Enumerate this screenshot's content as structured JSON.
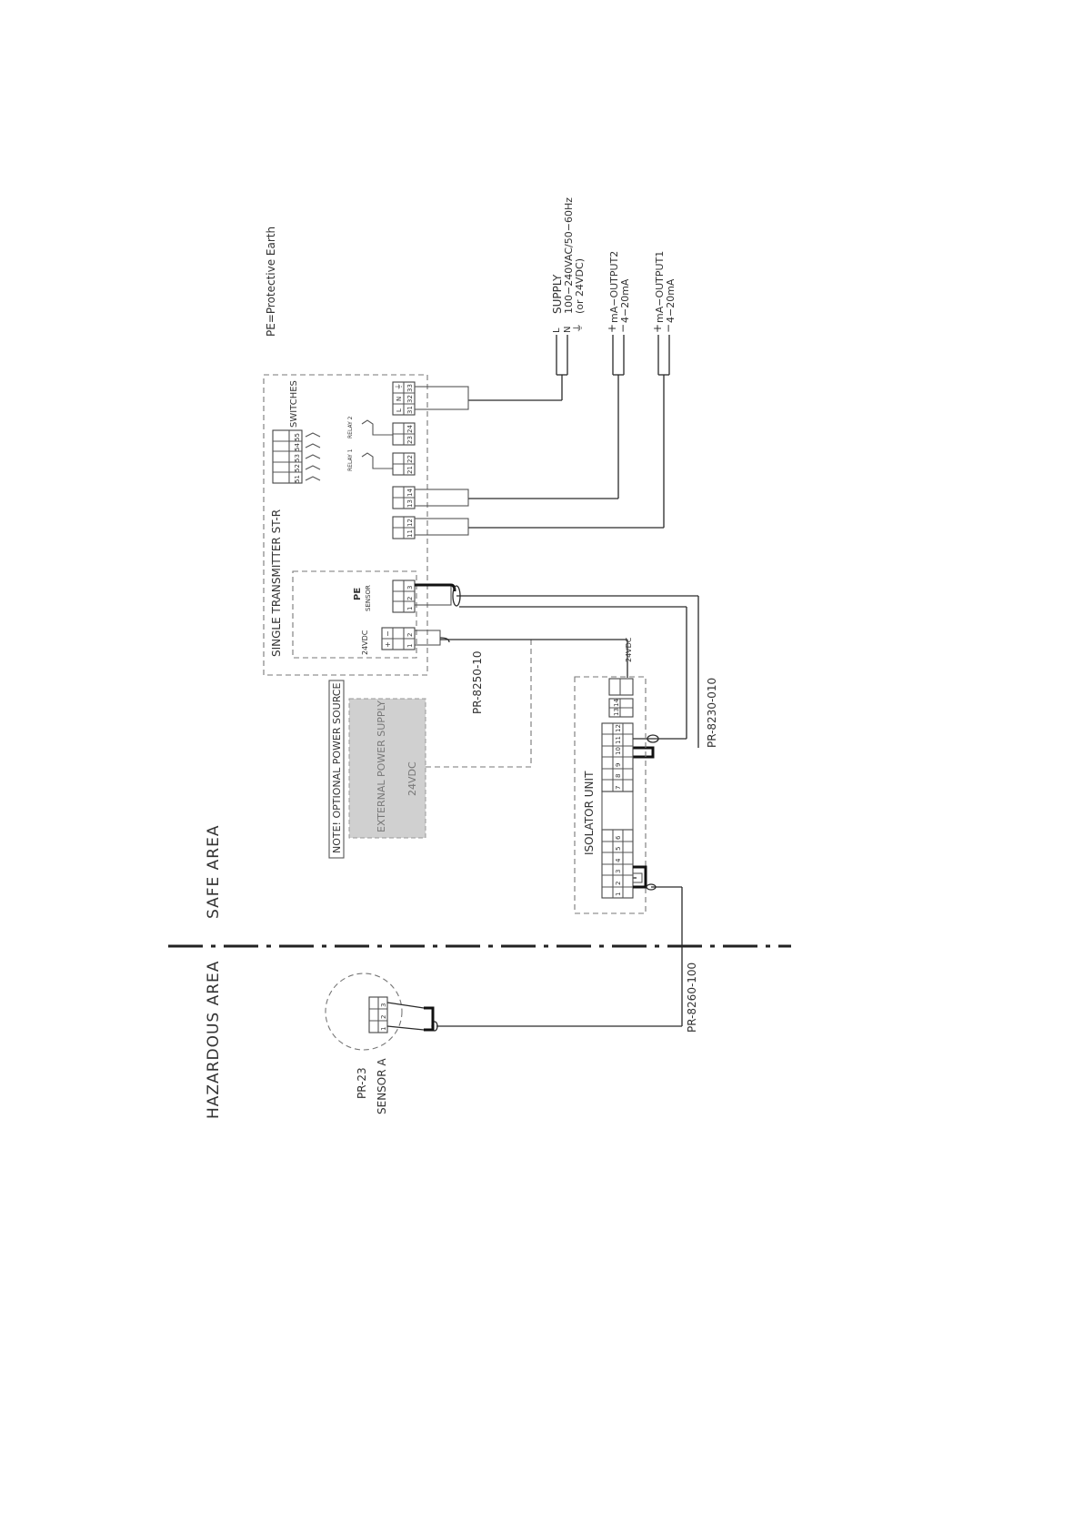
{
  "title": "",
  "legend": {
    "pe_note": "PE=Protective Earth"
  },
  "areas": {
    "hazardous": "HAZARDOUS AREA",
    "safe": "SAFE AREA"
  },
  "transmitter": {
    "title": "SINGLE TRANSMITTER ST-R",
    "switches_label": "SWITCHES",
    "switch_numbers": [
      "51",
      "52",
      "53",
      "54",
      "55"
    ],
    "relay1_label": "RELAY 1",
    "relay2_label": "RELAY 2",
    "supply_terms": [
      "31",
      "32",
      "33"
    ],
    "supply_symbols": [
      "L",
      "N",
      "⏚"
    ],
    "relay1_terms": [
      "21",
      "22"
    ],
    "relay2_terms": [
      "23",
      "24"
    ],
    "out2_terms": [
      "13",
      "14"
    ],
    "out1_terms": [
      "11",
      "12"
    ],
    "pe_label": "PE",
    "sensor_label": "SENSOR",
    "sensor_terms": [
      "1",
      "2",
      "3"
    ],
    "power_label": "24VDC",
    "power_terms": [
      "1",
      "2"
    ],
    "power_signs": [
      "+",
      "−"
    ]
  },
  "supply": {
    "symbols": [
      "L",
      "N",
      "⏚"
    ],
    "label_line1": "SUPPLY",
    "label_line2": "100−240VAC/50−60Hz",
    "label_line3": "(or 24VDC)"
  },
  "output2": {
    "signs": [
      "+",
      "−"
    ],
    "label_line1": "mA−OUTPUT2",
    "label_line2": "4−20mA"
  },
  "output1": {
    "signs": [
      "+",
      "−"
    ],
    "label_line1": "mA−OUTPUT1",
    "label_line2": "4−20mA"
  },
  "note": {
    "text": "NOTE! OPTIONAL POWER SOURCE"
  },
  "external_power": {
    "line1": "EXTERNAL POWER SUPPLY",
    "line2": "24VDC"
  },
  "isolator": {
    "title": "ISOLATOR UNIT",
    "terminals_left": [
      "1",
      "2",
      "3",
      "4",
      "5",
      "6"
    ],
    "terminals_right": [
      "7",
      "8",
      "9",
      "10",
      "11",
      "12"
    ],
    "terminals_power": [
      "13",
      "14"
    ],
    "power_label": "24VDC"
  },
  "cables": {
    "c1": "PR-8250-10",
    "c2": "PR-8230-010",
    "c3": "PR-8260-100"
  },
  "sensor_a": {
    "line1": "PR-23",
    "line2": "SENSOR A",
    "terms": [
      "1",
      "2",
      "3"
    ]
  }
}
